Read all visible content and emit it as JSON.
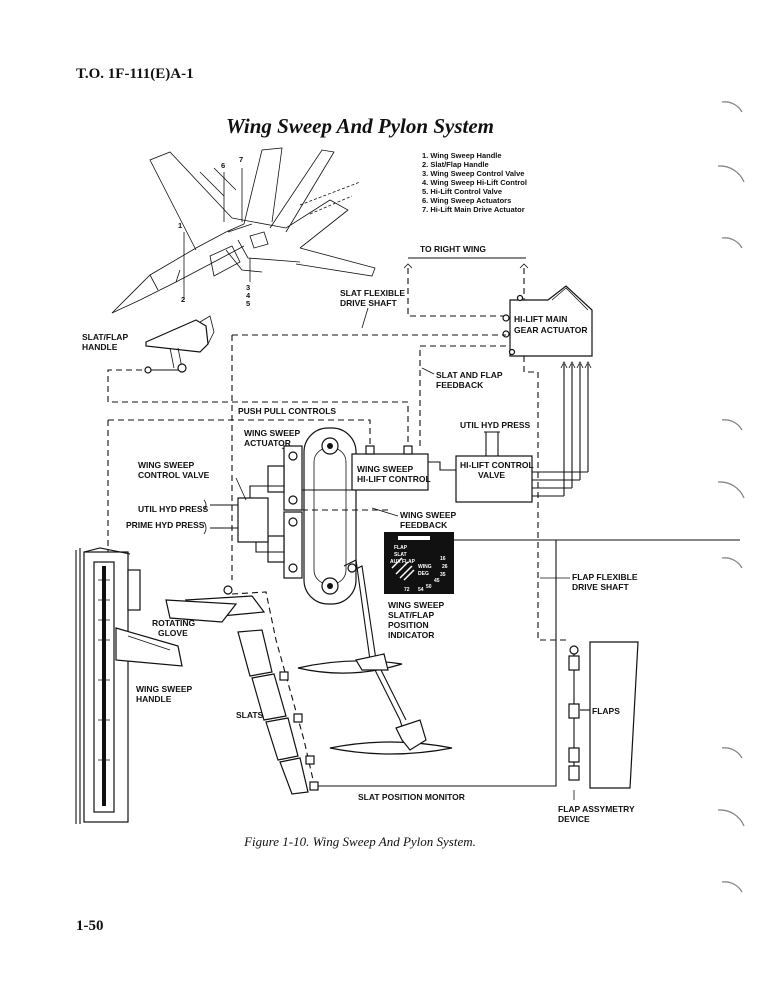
{
  "header": {
    "doc_id": "T.O. 1F-111(E)A-1"
  },
  "title": "Wing Sweep And Pylon System",
  "legend": [
    "1.  Wing Sweep Handle",
    "2.  Slat/Flap Handle",
    "3.  Wing Sweep Control Valve",
    "4.  Wing Sweep Hi-Lift Control",
    "5.  Hi-Lift Control Valve",
    "6.  Wing Sweep Actuators",
    "7.  Hi-Lift Main Drive Actuator"
  ],
  "callouts": {
    "n1": "1",
    "n2": "2",
    "n3": "3",
    "n4": "4",
    "n5": "5",
    "n6": "6",
    "n7": "7"
  },
  "labels": {
    "to_right_wing": "TO RIGHT WING",
    "slat_flexible_drive_shaft_1": "SLAT FLEXIBLE",
    "slat_flexible_drive_shaft_2": "DRIVE SHAFT",
    "hilift_main_gear_actuator_1": "HI-LIFT MAIN",
    "hilift_main_gear_actuator_2": "GEAR ACTUATOR",
    "slat_flap_handle_1": "SLAT/FLAP",
    "slat_flap_handle_2": "HANDLE",
    "slat_flap_feedback_1": "SLAT AND FLAP",
    "slat_flap_feedback_2": "FEEDBACK",
    "push_pull_controls": "PUSH PULL CONTROLS",
    "util_hyd_press_top": "UTIL HYD PRESS",
    "wing_sweep_actuator_1": "WING SWEEP",
    "wing_sweep_actuator_2": "ACTUATOR",
    "wing_sweep_control_valve_1": "WING SWEEP",
    "wing_sweep_control_valve_2": "CONTROL VALVE",
    "hilift_control_1": "WING SWEEP",
    "hilift_control_2": "HI-LIFT CONTROL",
    "hilift_control_valve_1": "HI-LIFT CONTROL",
    "hilift_control_valve_2": "VALVE",
    "util_hyd_press_left": "UTIL HYD PRESS",
    "prime_hyd_press": "PRIME HYD PRESS",
    "wing_sweep_feedback_1": "WING SWEEP",
    "wing_sweep_feedback_2": "FEEDBACK",
    "indicator_1": "WING SWEEP",
    "indicator_2": "SLAT/FLAP",
    "indicator_3": "POSITION",
    "indicator_4": "INDICATOR",
    "flap_flexible_drive_shaft_1": "FLAP FLEXIBLE",
    "flap_flexible_drive_shaft_2": "DRIVE SHAFT",
    "rotating_glove_1": "ROTATING",
    "rotating_glove_2": "GLOVE",
    "wing_sweep_handle_1": "WING SWEEP",
    "wing_sweep_handle_2": "HANDLE",
    "slats": "SLATS",
    "flaps": "FLAPS",
    "slat_position_monitor": "SLAT POSITION MONITOR",
    "flap_asymmetry_device_1": "FLAP ASSYMETRY",
    "flap_asymmetry_device_2": "DEVICE"
  },
  "indicator_face": {
    "flap": "FLAP",
    "slat": "SLAT",
    "aux_flap": "AUX FLAP",
    "wing": "WING",
    "deg": "DEG",
    "scale": [
      "16",
      "26",
      "35",
      "45",
      "50",
      "54",
      "72"
    ]
  },
  "caption": "Figure 1-10.  Wing Sweep And Pylon System.",
  "footer": {
    "page_number": "1-50"
  }
}
